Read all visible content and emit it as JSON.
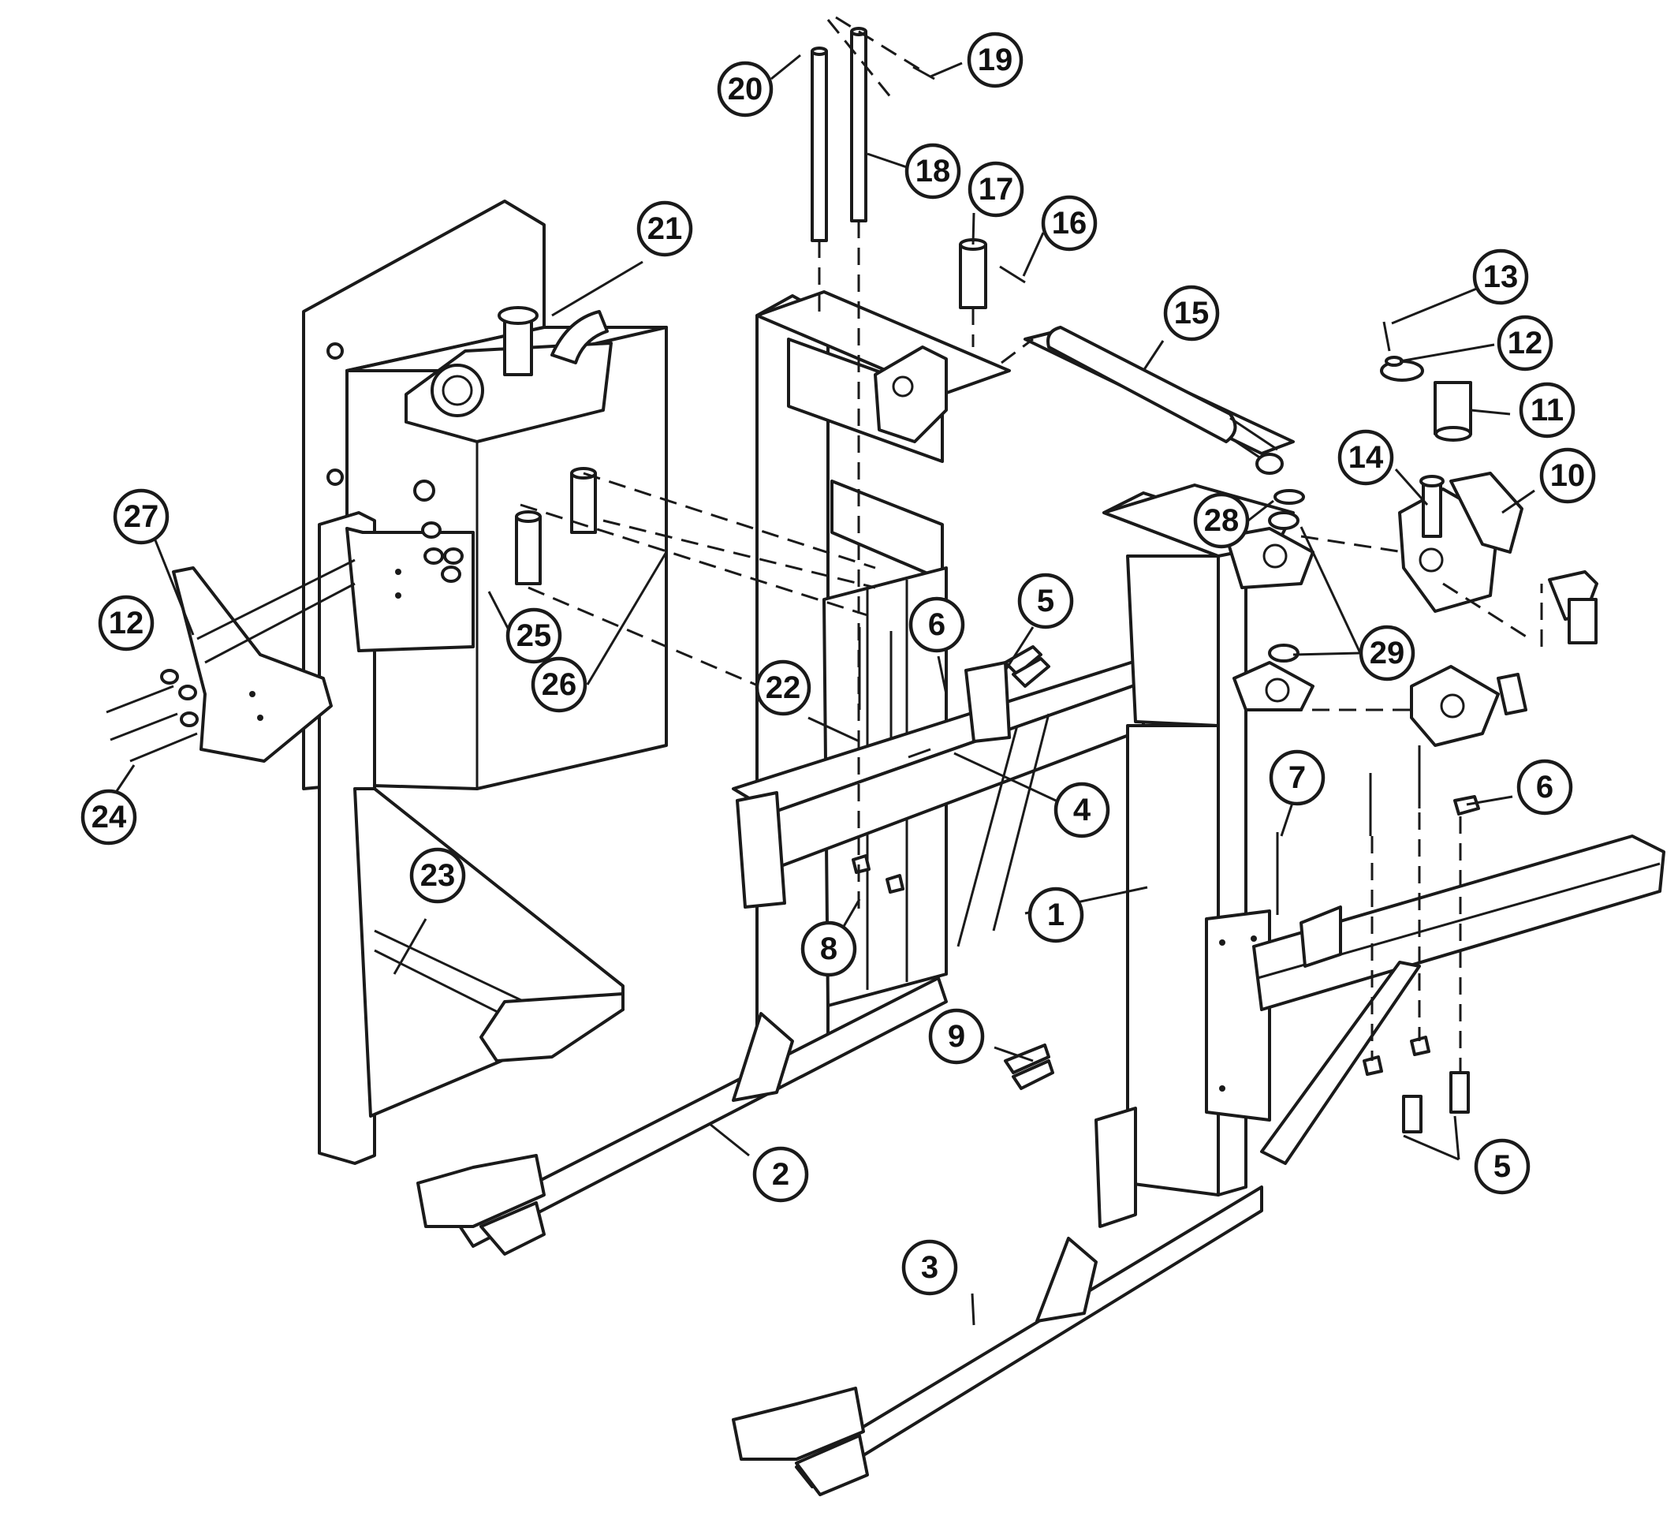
{
  "diagram": {
    "colors": {
      "line": "#1a1a1a",
      "background": "#ffffff"
    },
    "callouts": [
      {
        "id": "c1",
        "label": "1"
      },
      {
        "id": "c2",
        "label": "2"
      },
      {
        "id": "c3",
        "label": "3"
      },
      {
        "id": "c4",
        "label": "4"
      },
      {
        "id": "c5a",
        "label": "5"
      },
      {
        "id": "c5b",
        "label": "5"
      },
      {
        "id": "c6a",
        "label": "6"
      },
      {
        "id": "c6b",
        "label": "6"
      },
      {
        "id": "c7",
        "label": "7"
      },
      {
        "id": "c8",
        "label": "8"
      },
      {
        "id": "c9",
        "label": "9"
      },
      {
        "id": "c10",
        "label": "10"
      },
      {
        "id": "c11",
        "label": "11"
      },
      {
        "id": "c12a",
        "label": "12"
      },
      {
        "id": "c12b",
        "label": "12"
      },
      {
        "id": "c13",
        "label": "13"
      },
      {
        "id": "c14",
        "label": "14"
      },
      {
        "id": "c15",
        "label": "15"
      },
      {
        "id": "c16",
        "label": "16"
      },
      {
        "id": "c17",
        "label": "17"
      },
      {
        "id": "c18",
        "label": "18"
      },
      {
        "id": "c19",
        "label": "19"
      },
      {
        "id": "c20",
        "label": "20"
      },
      {
        "id": "c21",
        "label": "21"
      },
      {
        "id": "c22",
        "label": "22"
      },
      {
        "id": "c23",
        "label": "23"
      },
      {
        "id": "c24",
        "label": "24"
      },
      {
        "id": "c25",
        "label": "25"
      },
      {
        "id": "c26",
        "label": "26"
      },
      {
        "id": "c27",
        "label": "27"
      },
      {
        "id": "c28",
        "label": "28"
      },
      {
        "id": "c29",
        "label": "29"
      }
    ]
  }
}
